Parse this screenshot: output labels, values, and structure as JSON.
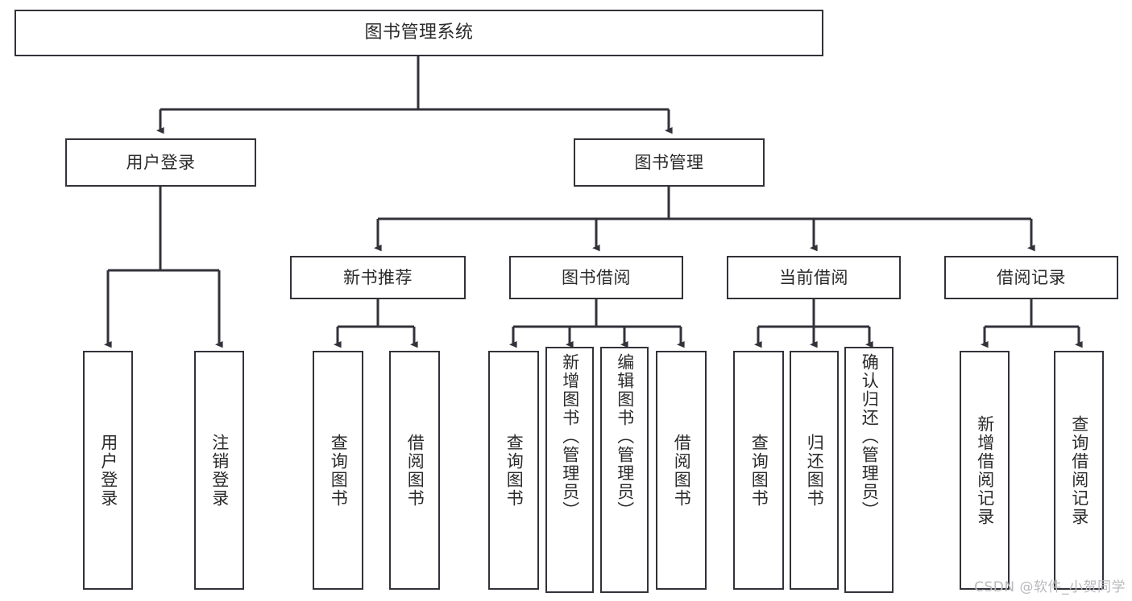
{
  "diagram": {
    "title": "图书管理系统",
    "type": "tree-hierarchy-chart",
    "watermark": "CSDN @软件_小贺同学",
    "colors": {
      "stroke": "#32323a",
      "fill": "#ffffff",
      "text": "#2b2b2b",
      "watermark": "#b9b9bd"
    },
    "root": {
      "label": "图书管理系统"
    },
    "level1": [
      {
        "label": "用户登录"
      },
      {
        "label": "图书管理"
      }
    ],
    "level2": [
      {
        "label": "新书推荐"
      },
      {
        "label": "图书借阅"
      },
      {
        "label": "当前借阅"
      },
      {
        "label": "借阅记录"
      }
    ],
    "leaves": {
      "user_login": [
        {
          "label": "用户登录"
        },
        {
          "label": "注销登录"
        }
      ],
      "new_book_recommend": [
        {
          "label": "查询图书"
        },
        {
          "label": "借阅图书"
        }
      ],
      "book_borrow": [
        {
          "label": "查询图书"
        },
        {
          "label": "新增图书（管理员）"
        },
        {
          "label": "编辑图书（管理员）"
        },
        {
          "label": "借阅图书"
        }
      ],
      "current_borrow": [
        {
          "label": "查询图书"
        },
        {
          "label": "归还图书"
        },
        {
          "label": "确认归还（管理员）"
        }
      ],
      "borrow_record": [
        {
          "label": "新增借阅记录"
        },
        {
          "label": "查询借阅记录"
        }
      ]
    }
  }
}
